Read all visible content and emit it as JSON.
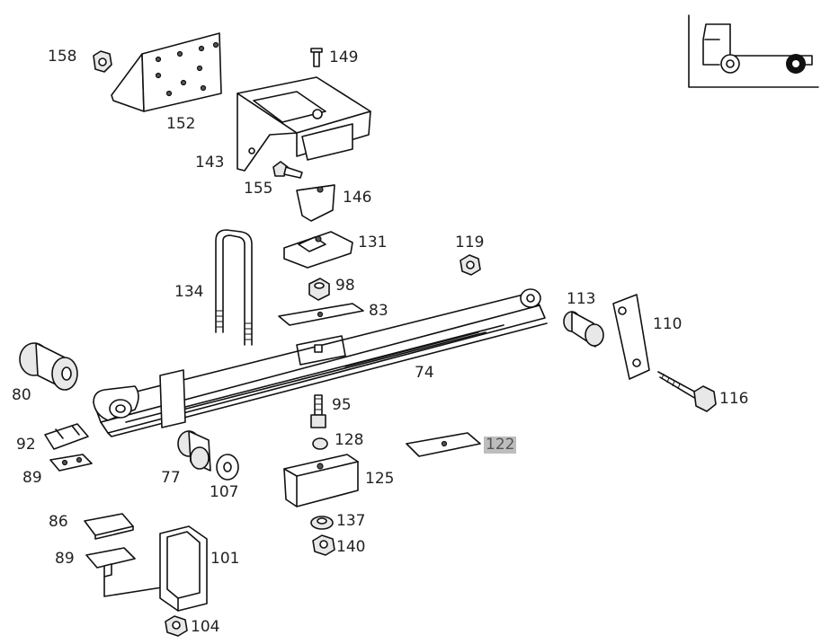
{
  "callouts": [
    {
      "id": "158",
      "text": "158"
    },
    {
      "id": "149",
      "text": "149"
    },
    {
      "id": "152",
      "text": "152"
    },
    {
      "id": "143",
      "text": "143"
    },
    {
      "id": "155",
      "text": "155"
    },
    {
      "id": "146",
      "text": "146"
    },
    {
      "id": "131",
      "text": "131"
    },
    {
      "id": "134",
      "text": "134"
    },
    {
      "id": "119",
      "text": "119"
    },
    {
      "id": "98",
      "text": "98"
    },
    {
      "id": "83",
      "text": "83"
    },
    {
      "id": "113",
      "text": "113"
    },
    {
      "id": "110",
      "text": "110"
    },
    {
      "id": "74",
      "text": "74"
    },
    {
      "id": "80",
      "text": "80"
    },
    {
      "id": "116",
      "text": "116"
    },
    {
      "id": "95",
      "text": "95"
    },
    {
      "id": "92",
      "text": "92"
    },
    {
      "id": "128",
      "text": "128"
    },
    {
      "id": "122",
      "text": "122",
      "highlighted": true
    },
    {
      "id": "89a",
      "text": "89"
    },
    {
      "id": "77",
      "text": "77"
    },
    {
      "id": "125",
      "text": "125"
    },
    {
      "id": "107",
      "text": "107"
    },
    {
      "id": "86",
      "text": "86"
    },
    {
      "id": "137",
      "text": "137"
    },
    {
      "id": "89b",
      "text": "89"
    },
    {
      "id": "101",
      "text": "101"
    },
    {
      "id": "140",
      "text": "140"
    },
    {
      "id": "104",
      "text": "104"
    }
  ],
  "colors": {
    "line": "#111111",
    "highlight": "#bdbdbd",
    "background": "#ffffff"
  }
}
